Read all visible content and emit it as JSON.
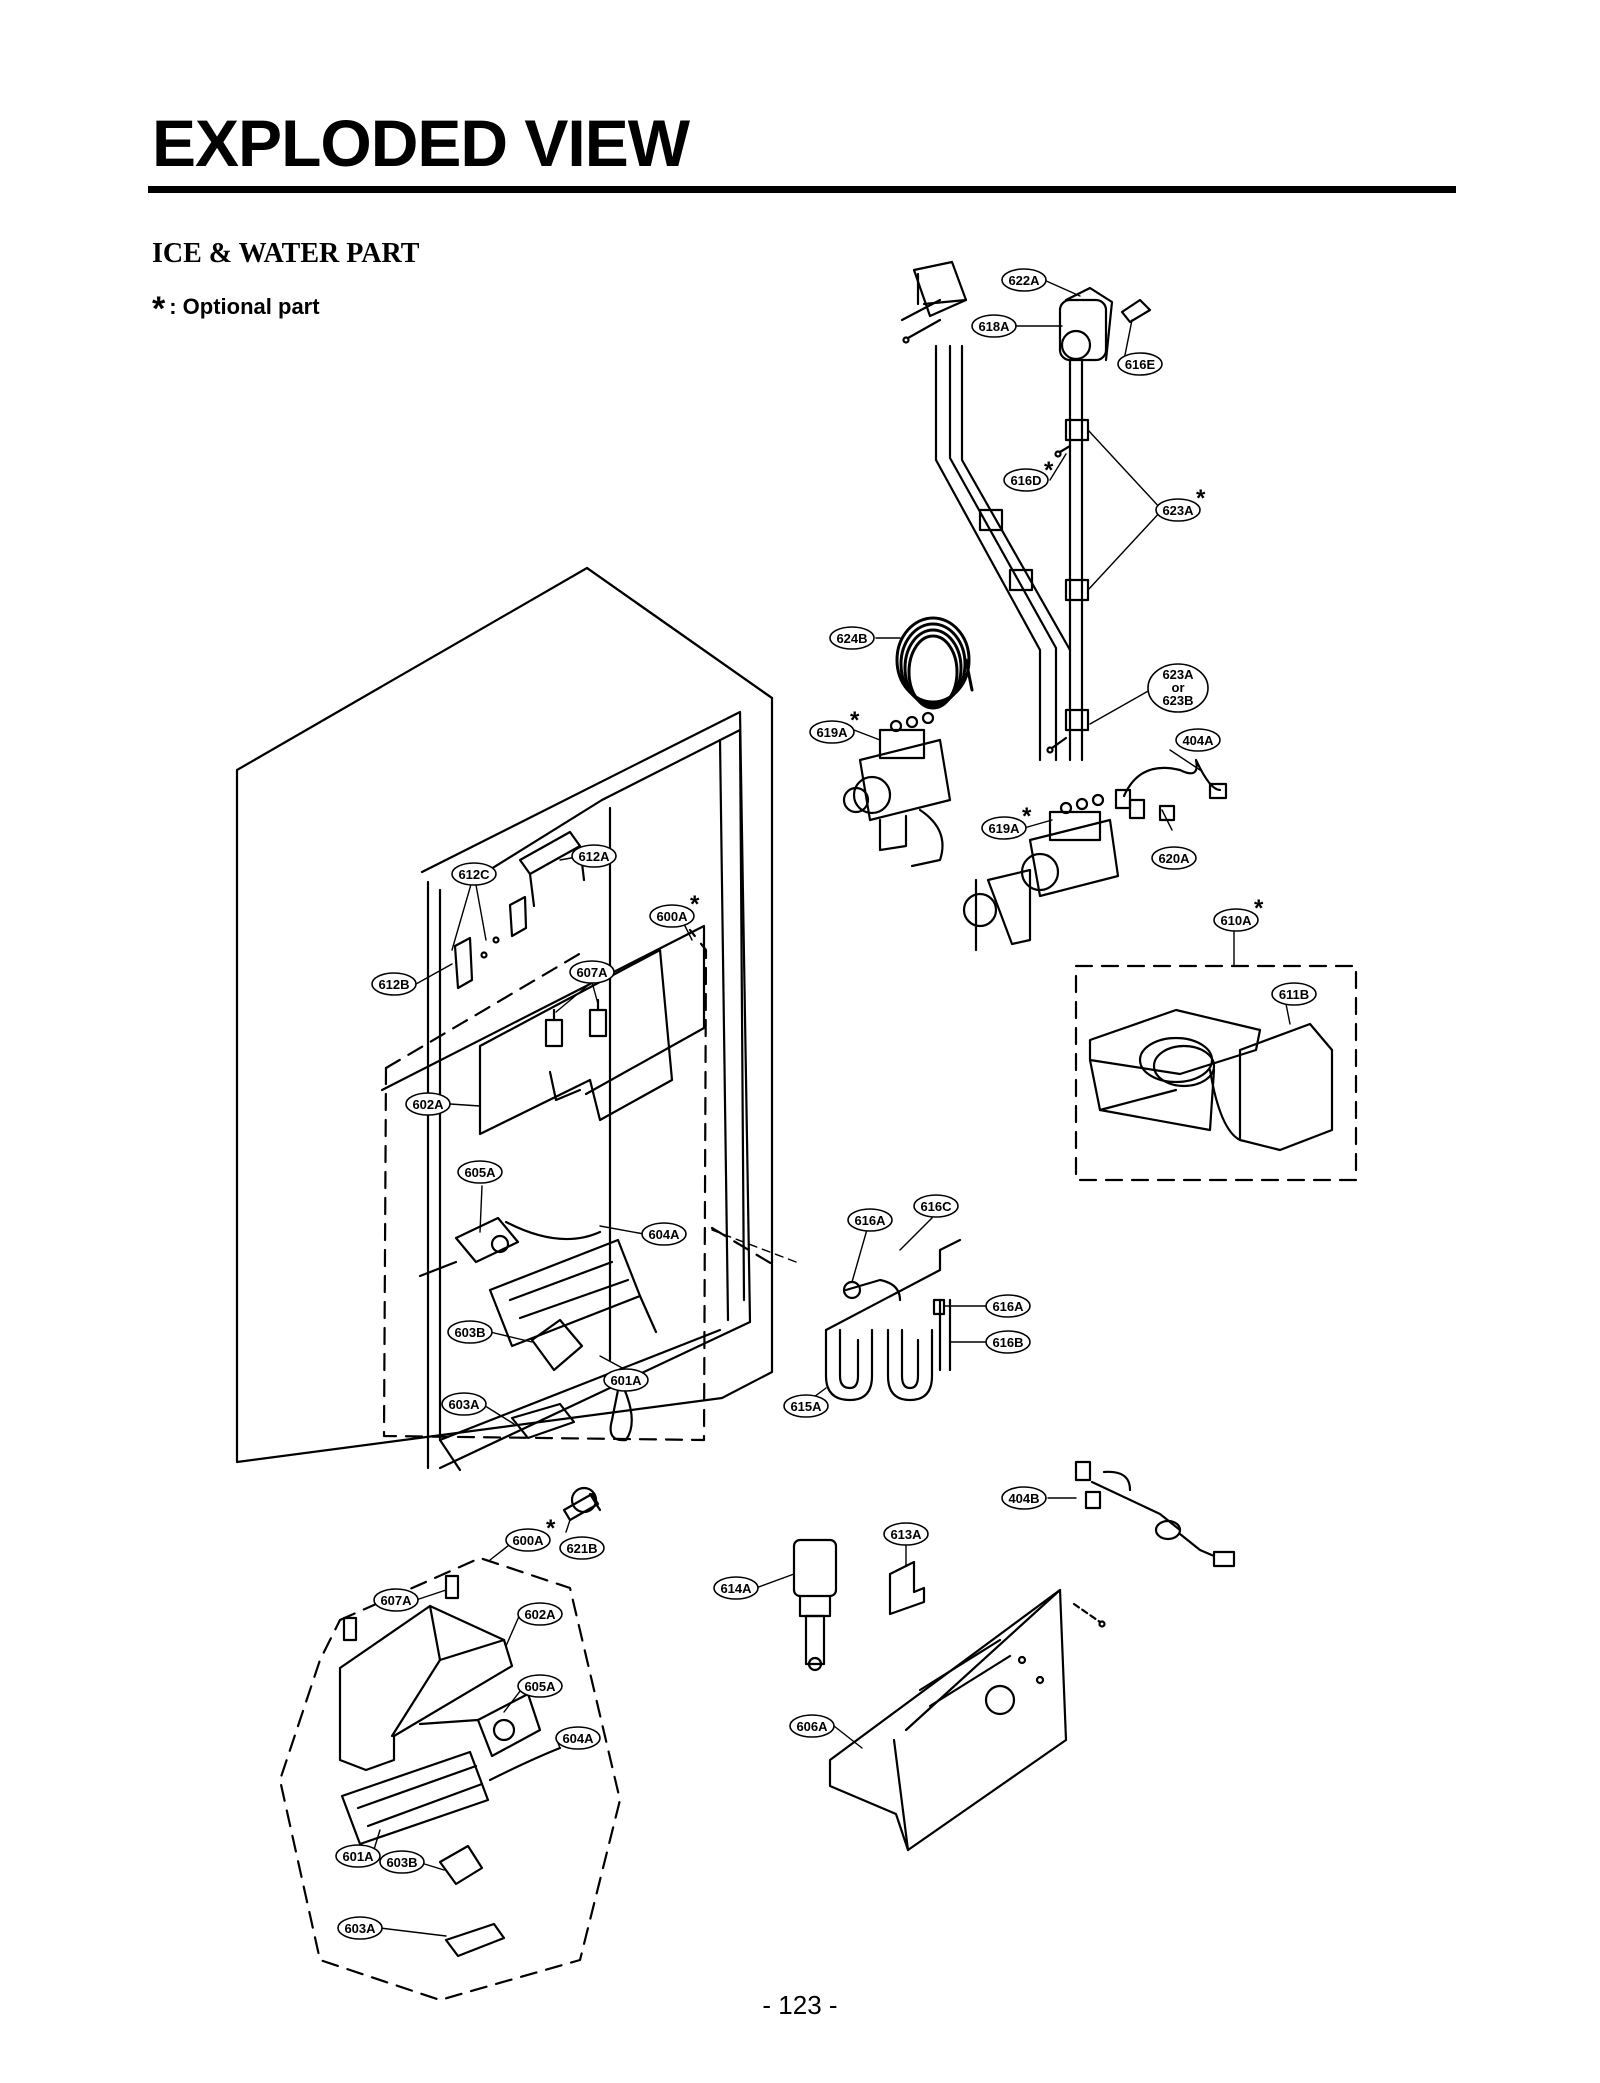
{
  "header": {
    "title": "EXPLODED VIEW",
    "section": "ICE & WATER PART",
    "legend_star": "*",
    "legend_text": ": Optional part"
  },
  "footer": {
    "page_number": "- 123 -"
  },
  "callouts": {
    "c622A": "622A",
    "c618A": "618A",
    "c616E": "616E",
    "c616D": "616D",
    "c623A_top": "623A",
    "c624B": "624B",
    "c623A_or": "623A",
    "c623A_or_word": "or",
    "c623B": "623B",
    "c404A": "404A",
    "c619A_left": "619A",
    "c619A_right": "619A",
    "c620A": "620A",
    "c612A": "612A",
    "c612C": "612C",
    "c600A_top": "600A",
    "c610A": "610A",
    "c611B": "611B",
    "c612B": "612B",
    "c607A_top": "607A",
    "c602A_top": "602A",
    "c605A_top": "605A",
    "c616A_top": "616A",
    "c616C": "616C",
    "c604A_top": "604A",
    "c616A_right": "616A",
    "c616B": "616B",
    "c603B_top": "603B",
    "c601A_top": "601A",
    "c603A_top": "603A",
    "c615A": "615A",
    "c404B": "404B",
    "c600A_bottom": "600A",
    "c621B": "621B",
    "c613A": "613A",
    "c614A": "614A",
    "c607A_bottom": "607A",
    "c602A_bottom": "602A",
    "c605A_bottom": "605A",
    "c604A_bottom": "604A",
    "c606A": "606A",
    "c601A_bottom": "601A",
    "c603B_bottom": "603B",
    "c603A_bottom": "603A"
  },
  "optional_marker": "*"
}
